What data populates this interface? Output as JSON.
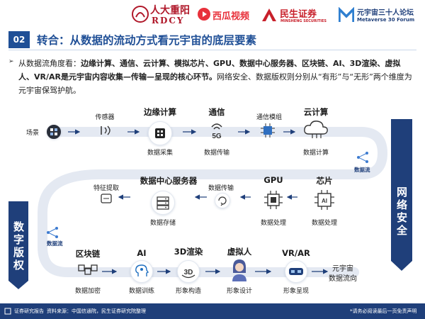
{
  "header": {
    "logos": [
      {
        "name": "人大重阳",
        "sub": "RDCY"
      },
      {
        "name": "西瓜视频"
      },
      {
        "name": "民生证券",
        "sub": "MINSHENG SECURITIES"
      },
      {
        "name": "元宇宙三十人论坛",
        "sub": "Metaverse 30 Forum"
      }
    ]
  },
  "slide": {
    "number": "02",
    "title": "转合：从数据的流动方式看元宇宙的底层要素",
    "intro_prefix": "从数据流角度看：",
    "intro_bold": "边缘计算、通信、云计算、模拟芯片、GPU、数据中心服务器、区块链、AI、3D渲染、虚拟人、VR/AR是元宇宙内容收集—传输—呈现的核心环节。",
    "intro_rest": "网络安全、数据版权则分别从“有形”与“无形”两个维度为元宇宙保驾护航。"
  },
  "diagram": {
    "row1": [
      {
        "title": "",
        "label": "场景",
        "icon": "scene-icon"
      },
      {
        "title": "传感器",
        "label": "",
        "icon": "sensor-icon"
      },
      {
        "title": "边缘计算",
        "label": "数据采集",
        "icon": "edge-chip-icon"
      },
      {
        "title": "通信",
        "label": "数据传输",
        "icon": "5g-icon"
      },
      {
        "title": "通信模组",
        "label": "",
        "icon": "module-chip-icon"
      },
      {
        "title": "云计算",
        "label": "数据计算",
        "icon": "cloud-icon"
      }
    ],
    "row2": [
      {
        "title": "特征提取",
        "label": "",
        "icon": "feature-icon"
      },
      {
        "title": "数据中心服务器",
        "label": "数据存储",
        "icon": "server-icon"
      },
      {
        "title": "数据传输",
        "label": "",
        "icon": "transfer-icon"
      },
      {
        "title": "GPU",
        "label": "数据处理",
        "icon": "gpu-icon"
      },
      {
        "title": "芯片",
        "label": "数据处理",
        "icon": "ai-chip-icon"
      }
    ],
    "row3": [
      {
        "title": "区块链",
        "label": "数据加密",
        "icon": "blockchain-icon"
      },
      {
        "title": "AI",
        "label": "数据训练",
        "icon": "ai-head-icon"
      },
      {
        "title": "3D渲染",
        "label": "形象构造",
        "icon": "3d-icon"
      },
      {
        "title": "虚拟人",
        "label": "形象设计",
        "icon": "avatar-icon"
      },
      {
        "title": "VR/AR",
        "label": "形象呈现",
        "icon": "vr-headset-icon"
      }
    ],
    "end_label_1": "元宇宙",
    "end_label_2": "数据流向",
    "flow_label": "数据流",
    "side_right": "网络安全",
    "side_left": "数字版权"
  },
  "footer": {
    "left": "证券研究报告",
    "source": "资料来源：中国信通院，民生证券研究院整理",
    "right": "*请务必阅读最后一页免责声明"
  },
  "colors": {
    "brand": "#1f3f7a",
    "accent": "#1f4f96"
  }
}
